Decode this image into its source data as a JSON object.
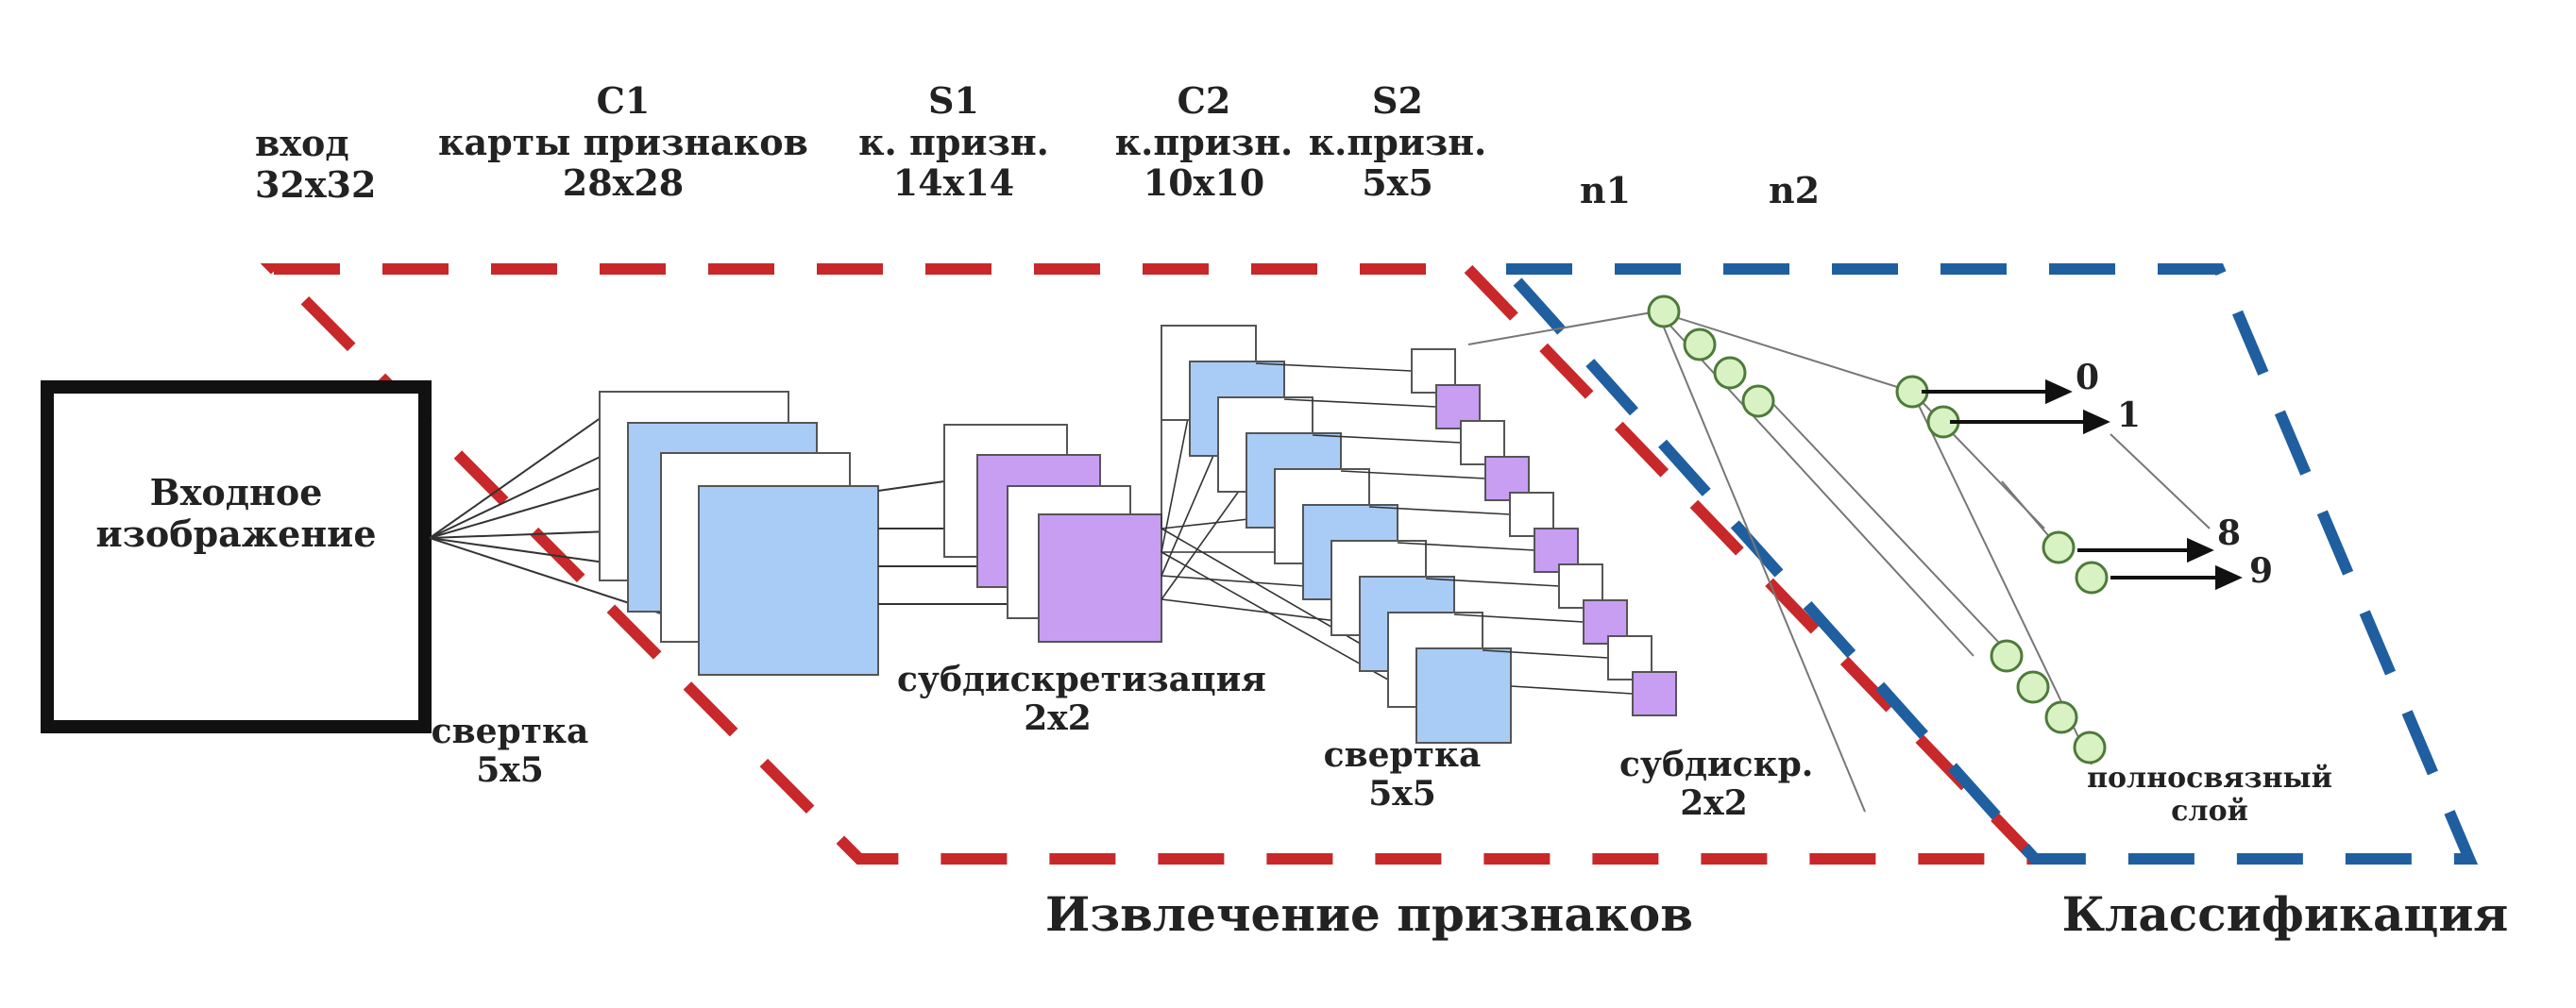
{
  "input_box": {
    "text_line1": "Входное",
    "text_line2": "изображение"
  },
  "headers": {
    "input": {
      "line1": "вход",
      "line2": "32x32"
    },
    "c1": {
      "line1": "C1",
      "line2": "карты признаков",
      "line3": "28x28"
    },
    "s1": {
      "line1": "S1",
      "line2": "к. призн.",
      "line3": "14x14"
    },
    "c2": {
      "line1": "C2",
      "line2": "к.призн.",
      "line3": "10x10"
    },
    "s2": {
      "line1": "S2",
      "line2": "к.призн.",
      "line3": "5x5"
    },
    "n1": "n1",
    "n2": "n2"
  },
  "ops": {
    "conv1": {
      "line1": "свертка",
      "line2": "5x5"
    },
    "pool1": {
      "line1": "субдискретизация",
      "line2": "2x2"
    },
    "conv2": {
      "line1": "свертка",
      "line2": "5x5"
    },
    "pool2": {
      "line1": "субдискр.",
      "line2": "2x2"
    },
    "fc": {
      "line1": "полносвязный",
      "line2": "слой"
    }
  },
  "outputs": [
    "0",
    "1",
    "8",
    "9"
  ],
  "sections": {
    "feature_extraction": "Извлечение признаков",
    "classification": "Классификация"
  },
  "colors": {
    "feature_dash": "#c8282a",
    "class_dash": "#1f5fa0",
    "conv_map": "#a8ccf5",
    "pool_map": "#c79ef2",
    "neuron_fill": "#d8f2c4",
    "neuron_stroke": "#4e7a3a",
    "frame": "#111111"
  }
}
